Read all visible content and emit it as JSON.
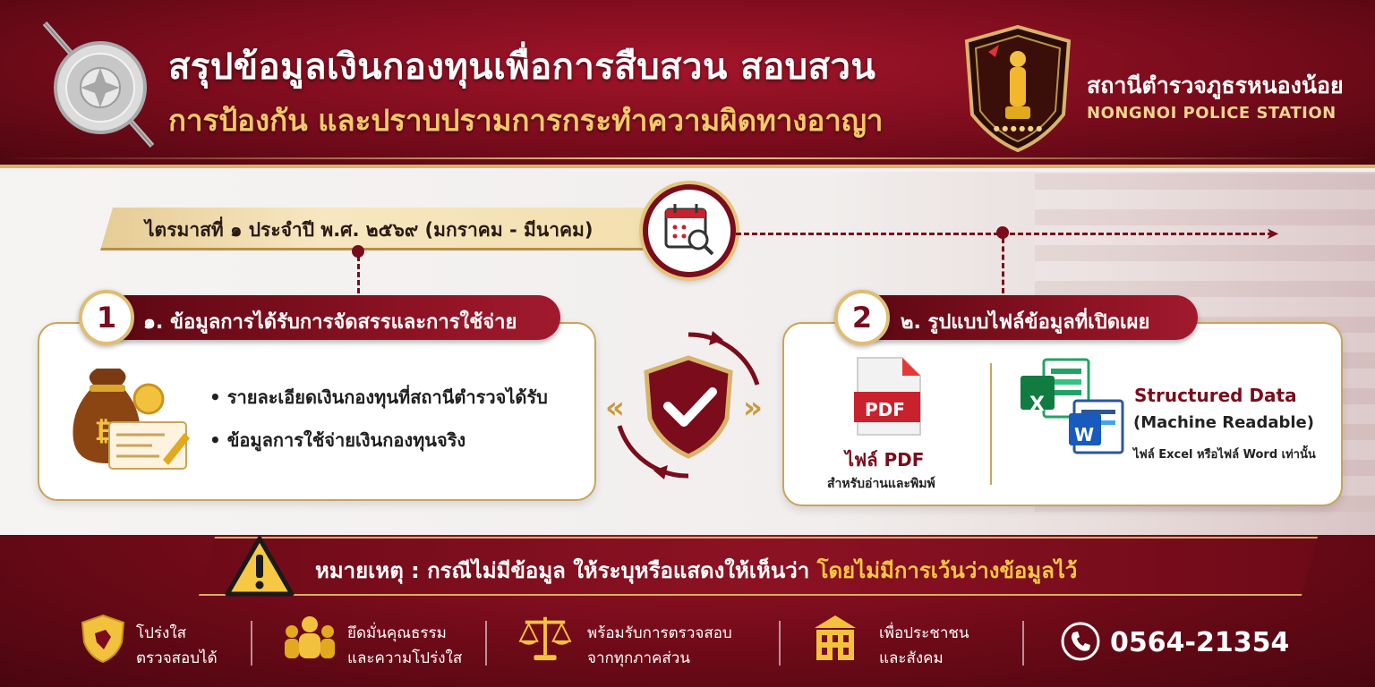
{
  "header": {
    "title": "สรุปข้อมูลเงินกองทุนเพื่อการสืบสวน สอบสวน",
    "subtitle": "การป้องกัน และปราบปรามการกระทำความผิดทางอาญา",
    "station_th": "สถานีตำรวจภูธรหนองน้อย",
    "station_en": "NONGNOI POLICE STATION"
  },
  "quarter": {
    "label": "ไตรมาสที่ ๑ ประจำปี พ.ศ. ๒๕๖๙ (มกราคม - มีนาคม)"
  },
  "section1": {
    "number": "1",
    "title": "๑. ข้อมูลการได้รับการจัดสรรและการใช้จ่าย",
    "bullets": [
      "• รายละเอียดเงินกองทุนที่สถานีตำรวจได้รับ",
      "• ข้อมูลการใช้จ่ายเงินกองทุนจริง"
    ]
  },
  "section2": {
    "number": "2",
    "title": "๒. รูปแบบไฟล์ข้อมูลที่เปิดเผย",
    "pdf": {
      "icon_text": "PDF",
      "label": "ไฟล์ PDF",
      "caption": "สำหรับอ่านและพิมพ์"
    },
    "structured": {
      "title": "Structured Data",
      "subtitle": "(Machine Readable)",
      "caption": "ไฟล์ Excel หรือไฟล์ Word เท่านั้น",
      "excel_letter": "X",
      "word_letter": "W"
    }
  },
  "note": {
    "prefix": "หมายเหตุ : กรณีไม่มีข้อมูล ให้ระบุหรือแสดงให้เห็นว่า ",
    "highlight": "โดยไม่มีการเว้นว่างข้อมูลไว้"
  },
  "footer": {
    "items": [
      {
        "line1": "โปร่งใส",
        "line2": "ตรวจสอบได้"
      },
      {
        "line1": "ยึดมั่นคุณธรรม",
        "line2": "และความโปร่งใส"
      },
      {
        "line1": "พร้อมรับการตรวจสอบ",
        "line2": "จากทุกภาคส่วน"
      },
      {
        "line1": "เพื่อประชาชน",
        "line2": "และสังคม"
      }
    ],
    "phone": "0564-21354"
  },
  "colors": {
    "maroon": "#7a0c1c",
    "gold": "#d8b36a",
    "highlight": "#f7c843"
  },
  "icons": [
    "police-emblem-icon",
    "police-badge-icon",
    "calendar-search-icon",
    "money-bag-icon",
    "check-document-icon",
    "shield-check-icon",
    "pdf-file-icon",
    "excel-icon",
    "word-icon",
    "warning-icon",
    "shield-icon",
    "people-icon",
    "scale-icon",
    "building-icon",
    "phone-icon"
  ]
}
